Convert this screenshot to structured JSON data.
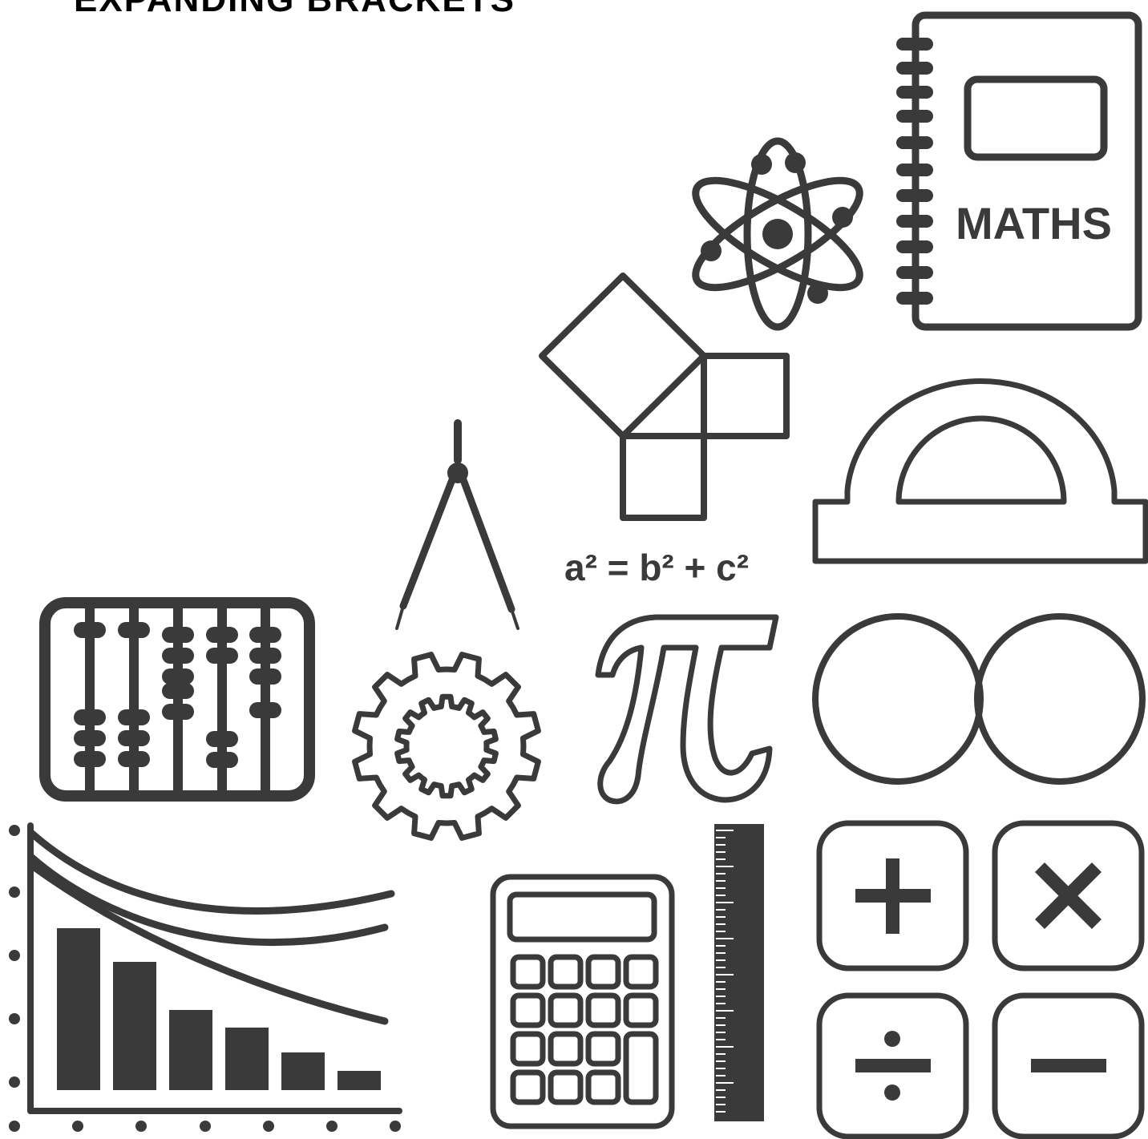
{
  "title": "EXPANDING BRACKETS",
  "formula": "a² = b² + c²",
  "notebook_label": "MATHS",
  "colors": {
    "ink": "#3a3a3a",
    "title": "#000000",
    "background": "#ffffff"
  },
  "icons": [
    "atom-icon",
    "notebook-icon",
    "pythagoras-squares-icon",
    "protractor-icon",
    "compass-icon",
    "abacus-icon",
    "gear-icon",
    "pi-icon",
    "venn-diagram-icon",
    "bar-chart-icon",
    "calculator-icon",
    "ruler-icon",
    "plus-icon",
    "multiply-icon",
    "divide-icon",
    "minus-icon"
  ]
}
